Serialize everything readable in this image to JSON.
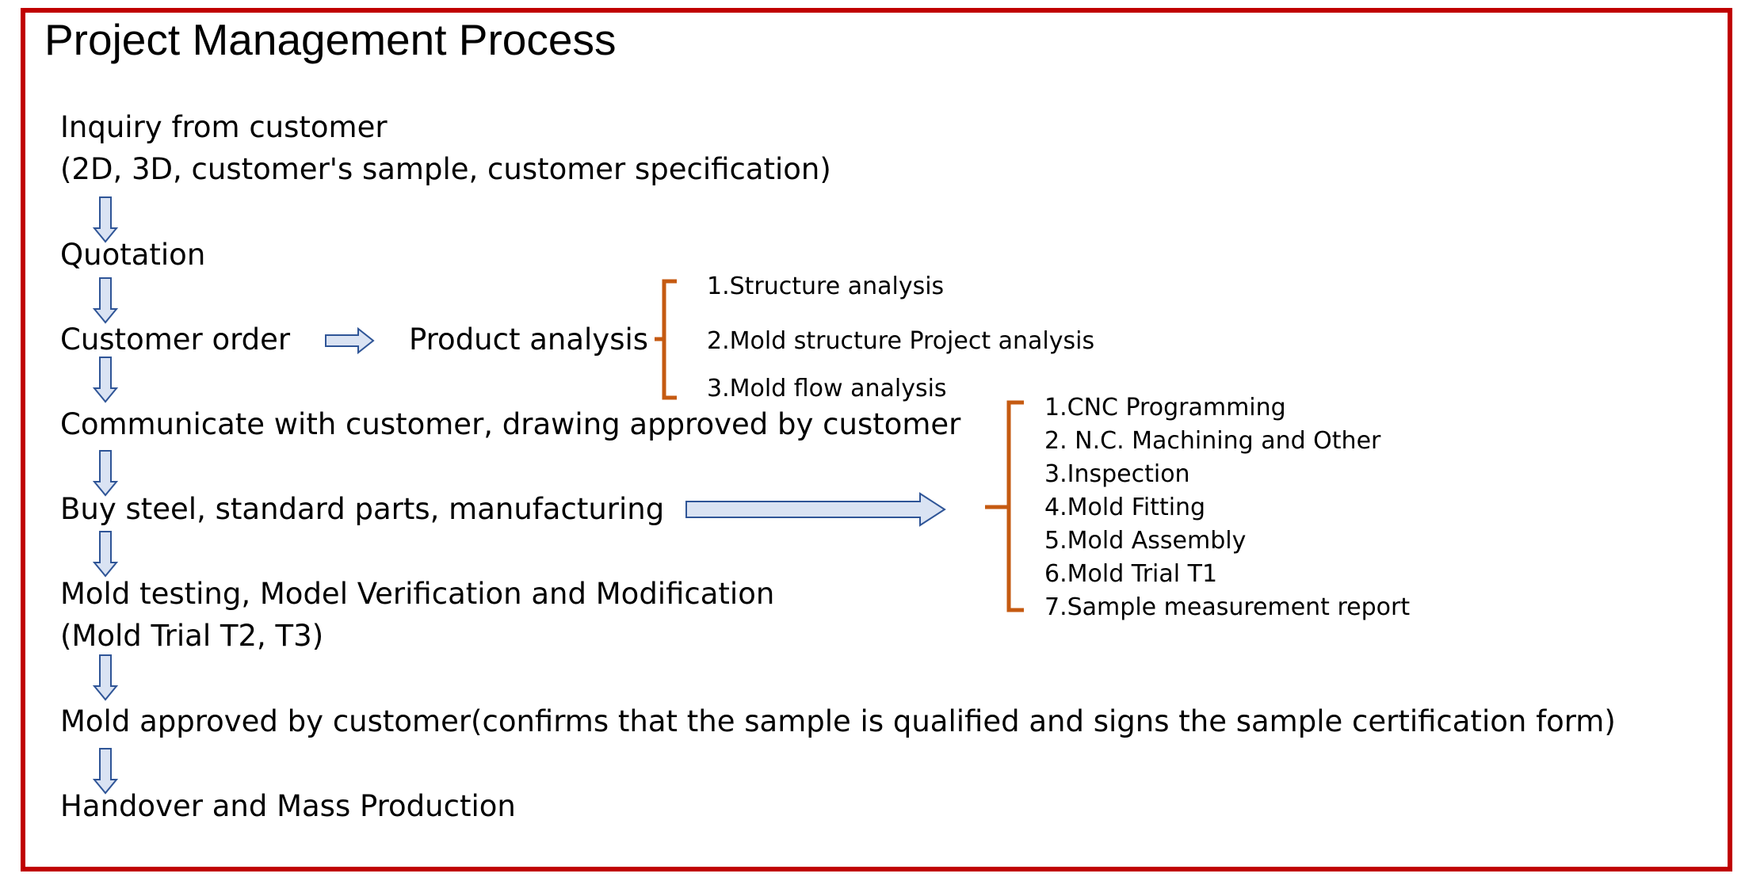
{
  "title": "Project Management Process",
  "steps": [
    {
      "line1": "Inquiry from customer",
      "line2": "(2D, 3D, customer's sample, customer specification)"
    },
    {
      "line1": "Quotation"
    },
    {
      "line1": "Customer order"
    },
    {
      "line1": "Communicate with customer, drawing approved by customer"
    },
    {
      "line1": "Buy steel, standard parts, manufacturing"
    },
    {
      "line1": "Mold testing, Model Verification and Modification",
      "line2": "(Mold Trial T2, T3)"
    },
    {
      "line1": "Mold approved by customer(confirms that the sample is qualified and signs the sample certification form)"
    },
    {
      "line1": "Handover and Mass Production"
    }
  ],
  "product_analysis": {
    "label": "Product analysis",
    "items": [
      "1.Structure analysis",
      "2.Mold structure Project analysis",
      "3.Mold flow analysis"
    ]
  },
  "manufacturing": {
    "items": [
      "1.CNC Programming",
      "2. N.C. Machining and Other",
      "3.Inspection",
      "4.Mold Fitting",
      "5.Mold Assembly",
      "6.Mold Trial T1",
      "7.Sample measurement report"
    ]
  },
  "colors": {
    "frame": "#c00000",
    "arrow_fill": "#dae3f3",
    "arrow_stroke": "#2f5597",
    "bracket": "#c55a11"
  }
}
